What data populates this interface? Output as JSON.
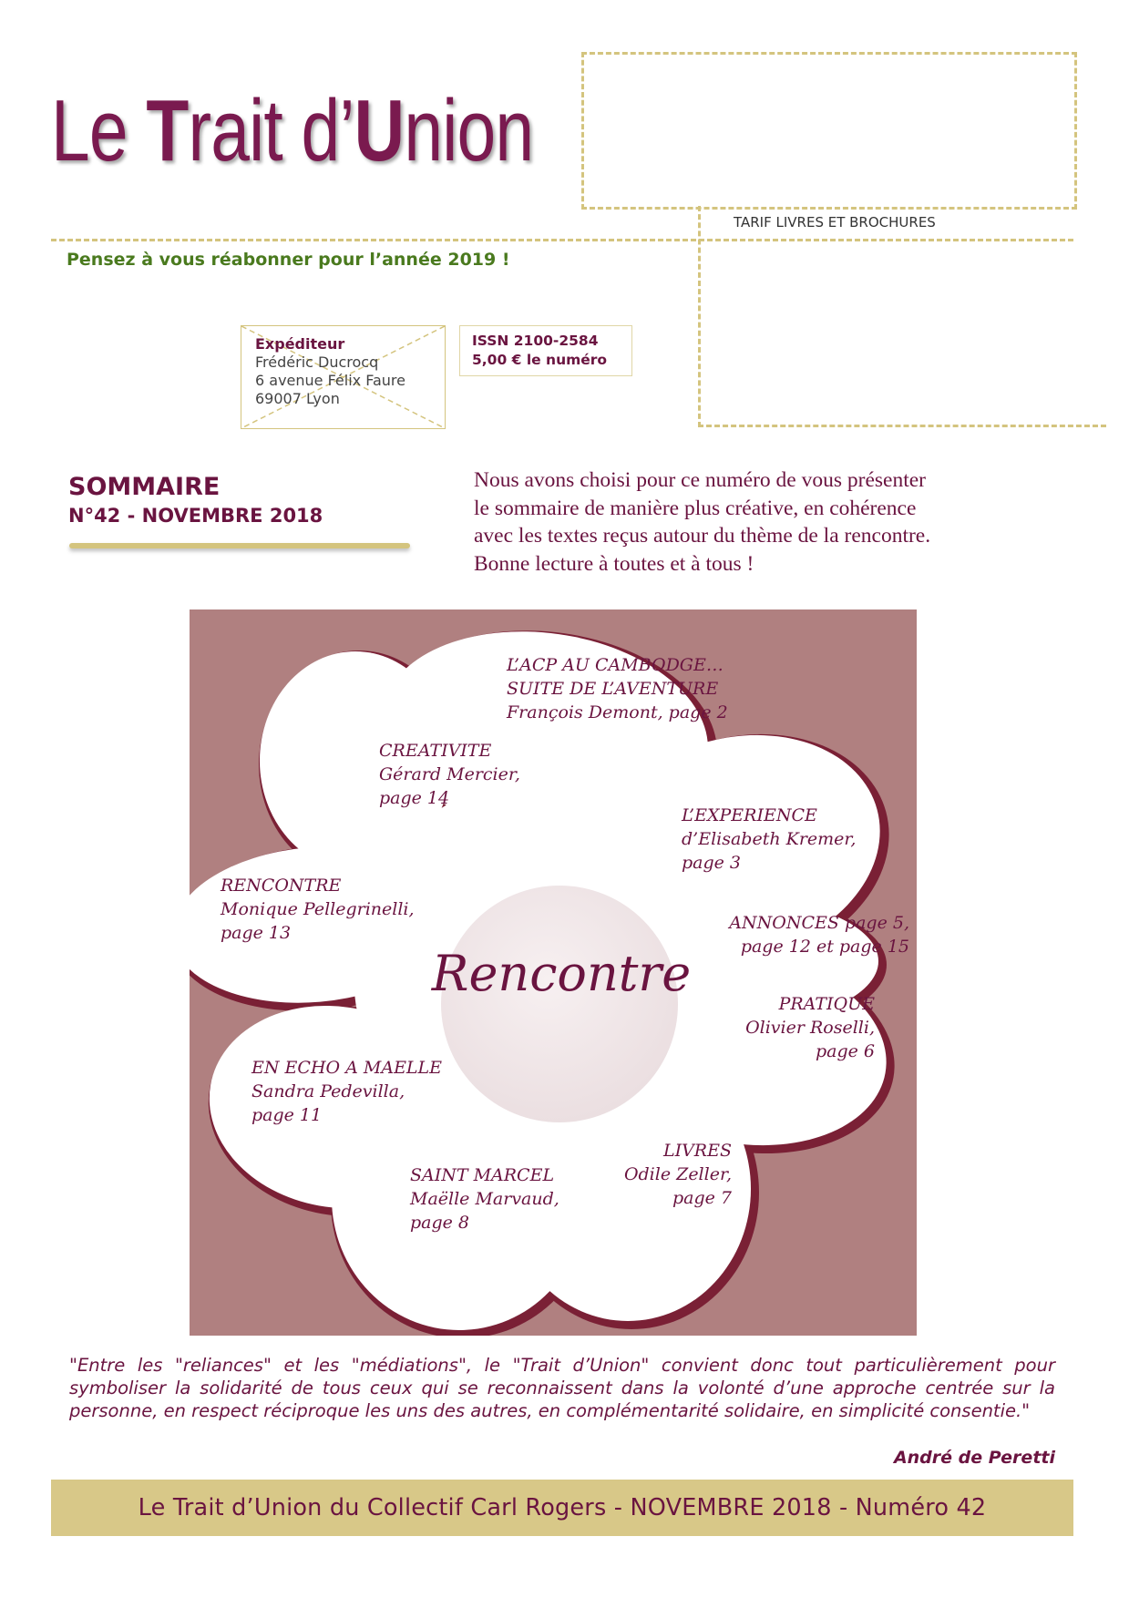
{
  "masthead": {
    "part1": "Le ",
    "part2": "T",
    "part3": "rait d’",
    "part4": "U",
    "part5": "nion"
  },
  "reabonner": "Pensez à vous réabonner pour l’année 2019 !",
  "tarif": "TARIF LIVRES ET BROCHURES",
  "sender": {
    "label": "Expéditeur",
    "name": "Frédéric Ducrocq",
    "address": "6 avenue Félix Faure",
    "city": "69007 Lyon"
  },
  "issn": {
    "line1": "ISSN 2100-2584",
    "line2": "5,00 € le numéro"
  },
  "sommaire": {
    "title": "SOMMAIRE",
    "number": "N°42 - NOVEMBRE 2018"
  },
  "intro": {
    "lines": [
      "Nous avons choisi pour ce numéro de vous présenter",
      "le sommaire de manière plus créative, en cohérence",
      "avec les textes reçus autour du thème de la rencontre.",
      "Bonne lecture à toutes et à tous !"
    ]
  },
  "flower": {
    "center": "Rencontre",
    "colors": {
      "background": "#b08080",
      "petal": "#ffffff",
      "petal_edge": "#7a2035",
      "text": "#6a1440"
    },
    "petals": [
      {
        "lines": [
          "L’ACP AU CAMBODGE…",
          "SUITE DE L’AVENTURE",
          "François Demont, page 2"
        ]
      },
      {
        "lines": [
          "CREATIVITE",
          "Gérard Mercier,",
          "page 14"
        ]
      },
      {
        "lines": [
          "L’EXPERIENCE",
          "d’Elisabeth Kremer,",
          "page 3"
        ]
      },
      {
        "lines": [
          "RENCONTRE",
          "Monique Pellegrinelli,",
          "page 13"
        ]
      },
      {
        "lines": [
          "ANNONCES page 5,",
          "page 12 et page 15"
        ]
      },
      {
        "lines": [
          "PRATIQUE",
          "Olivier Roselli,",
          "page 6"
        ]
      },
      {
        "lines": [
          "EN ECHO A MAELLE",
          "Sandra Pedevilla,",
          "page 11"
        ]
      },
      {
        "lines": [
          "LIVRES",
          "Odile Zeller,",
          "page 7"
        ]
      },
      {
        "lines": [
          "SAINT MARCEL",
          "Maëlle Marvaud,",
          "page 8"
        ]
      }
    ]
  },
  "quote": {
    "text": "\"Entre les \"reliances\" et les \"médiations\", le \"Trait d’Union\" convient donc tout particulièrement pour symboliser la solidarité de tous ceux qui se reconnaissent dans la volonté d’une approche centrée sur la personne, en respect réciproque les uns des autres, en complémentarité solidaire, en simplicité consentie.\"",
    "author": "André de Peretti"
  },
  "footer": {
    "text": "Le Trait d’Union du Collectif Carl Rogers - NOVEMBRE 2018 - Numéro 42"
  },
  "colors": {
    "accent": "#6a1440",
    "gold": "#d4c47e",
    "green": "#4a7a1e"
  }
}
